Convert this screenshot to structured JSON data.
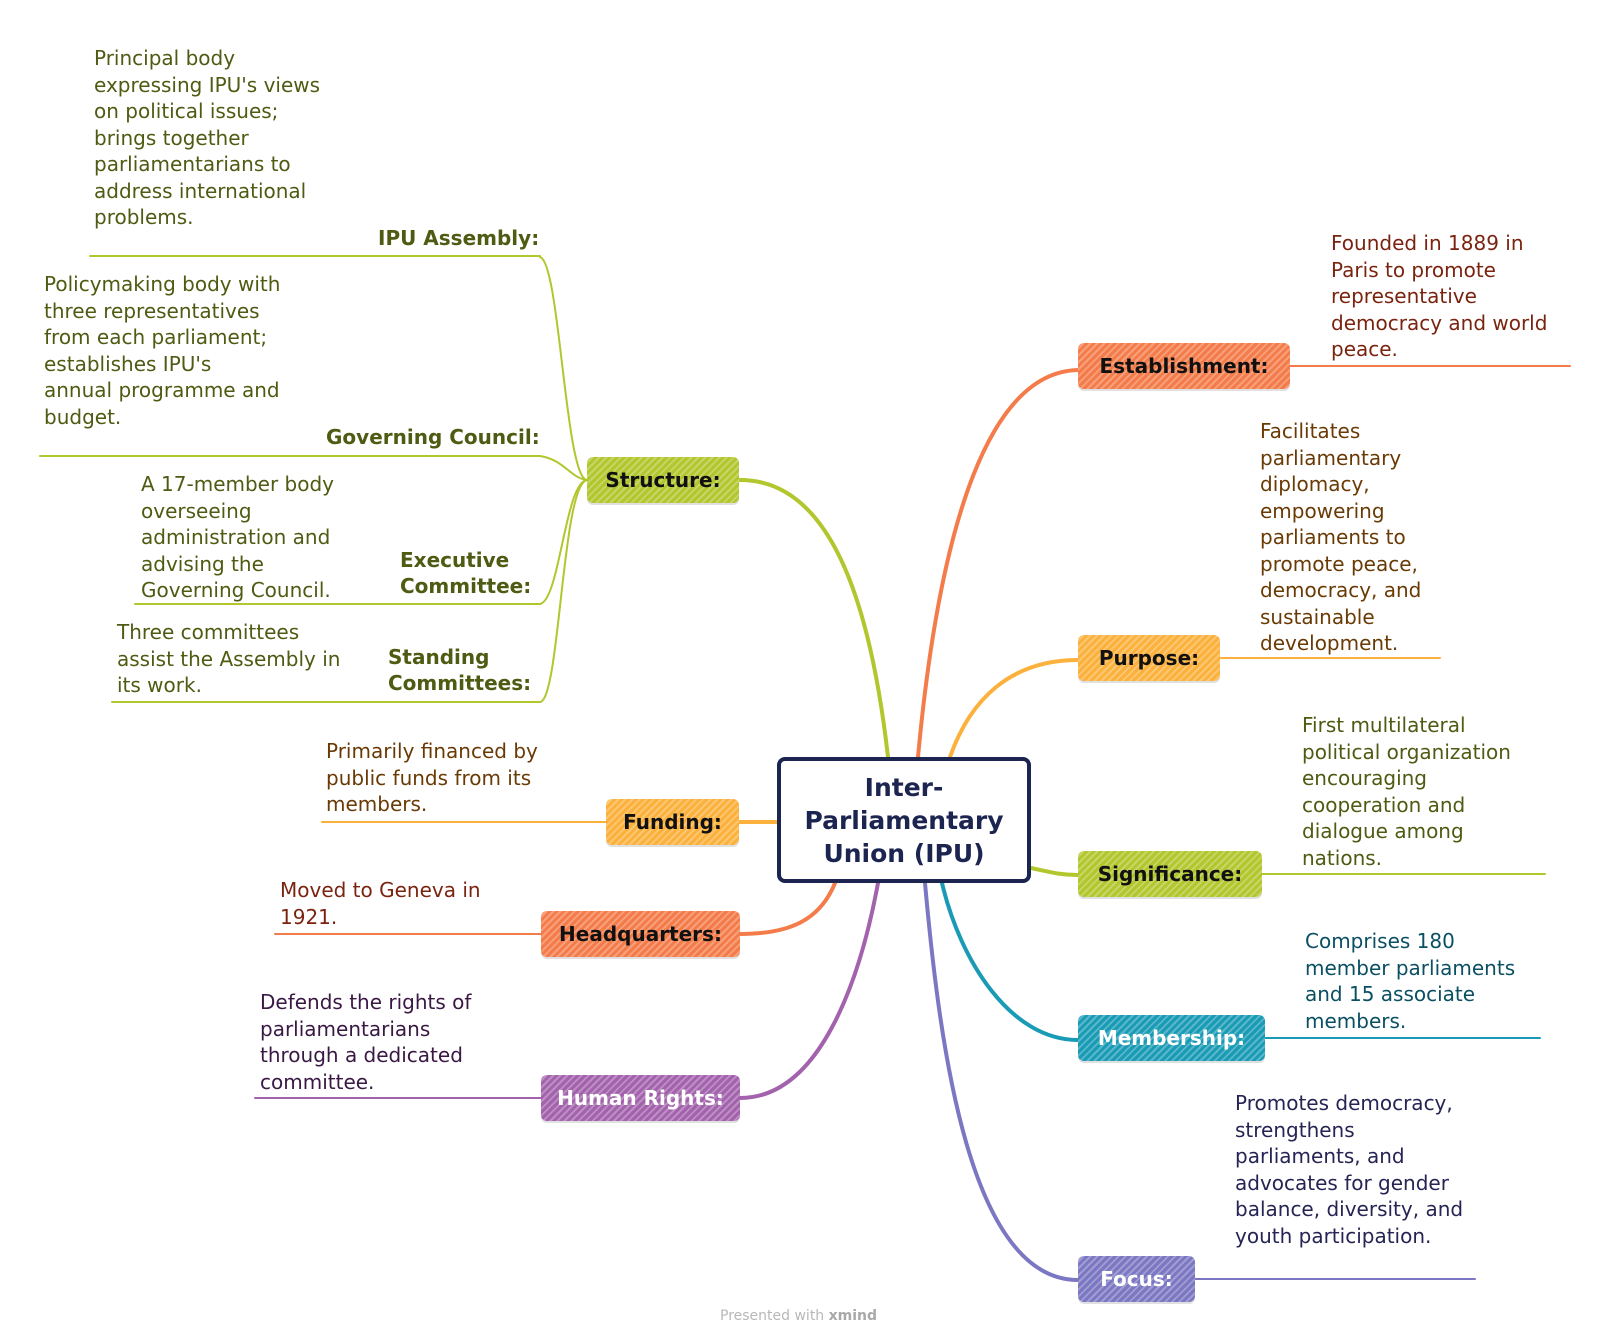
{
  "central_topic": "Inter-Parliamentary Union (IPU)",
  "colors": {
    "central_border": "#1c2450",
    "establishment": "#f47c4a",
    "purpose": "#fbb13c",
    "significance": "#b2c62d",
    "membership": "#1a9bb5",
    "focus": "#7b77c2",
    "structure": "#b2c62d",
    "funding": "#fbb13c",
    "headquarters": "#f47c4a",
    "human_rights": "#a262ac"
  },
  "right_branches": {
    "establishment": {
      "label": "Establishment:",
      "note": "Founded in 1889 in Paris to promote representative democracy and world peace."
    },
    "purpose": {
      "label": "Purpose:",
      "note": "Facilitates parliamentary diplomacy, empowering parliaments to promote peace, democracy, and sustainable development."
    },
    "significance": {
      "label": "Significance:",
      "note": "First multilateral political organization encouraging cooperation and dialogue among nations."
    },
    "membership": {
      "label": "Membership:",
      "note": "Comprises 180 member parliaments and 15 associate members."
    },
    "focus": {
      "label": "Focus:",
      "note": "Promotes democracy, strengthens parliaments, and advocates for gender balance, diversity, and youth participation."
    }
  },
  "left_branches": {
    "structure": {
      "label": "Structure:",
      "children": [
        {
          "label": "IPU Assembly:",
          "note": "Principal body expressing IPU's views on political issues; brings together parliamentarians to address international problems."
        },
        {
          "label": "Governing Council:",
          "note": "Policymaking body with three representatives from each parliament; establishes IPU's annual programme and budget."
        },
        {
          "label": "Executive Committee:",
          "note": "A 17-member body overseeing administration and advising the Governing Council."
        },
        {
          "label": "Standing Committees:",
          "note": "Three committees assist the Assembly in its work."
        }
      ]
    },
    "funding": {
      "label": "Funding:",
      "note": "Primarily financed by public funds from its members."
    },
    "headquarters": {
      "label": "Headquarters:",
      "note": "Moved to Geneva in 1921."
    },
    "human_rights": {
      "label": "Human Rights:",
      "note": "Defends the rights of parliamentarians through a dedicated committee."
    }
  },
  "footer": {
    "prefix": "Presented with",
    "brand": "xmind"
  }
}
